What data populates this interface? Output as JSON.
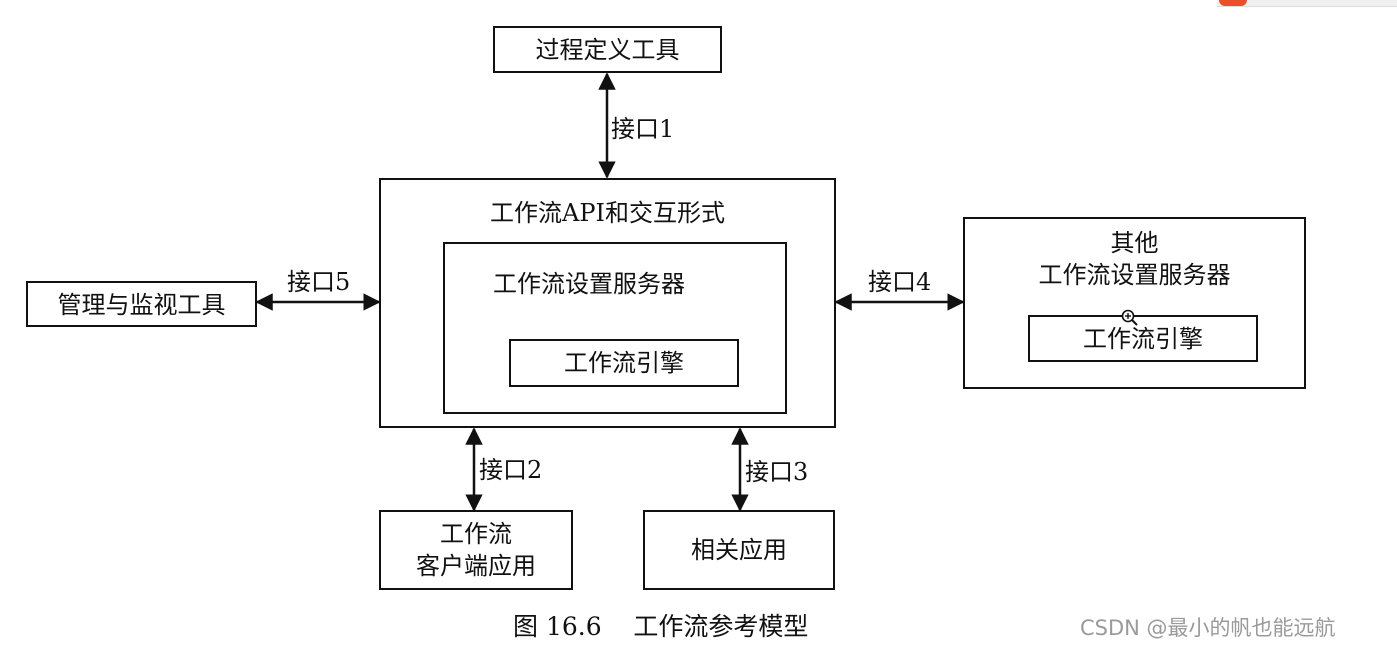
{
  "boxes": {
    "process_tool": "过程定义工具",
    "api": "工作流API和交互形式",
    "server": "工作流设置服务器",
    "engine": "工作流引擎",
    "admin_tool": "管理与监视工具",
    "other_line1": "其他",
    "other_line2": "工作流设置服务器",
    "other_engine": "工作流引擎",
    "client_line1": "工作流",
    "client_line2": "客户端应用",
    "related_app": "相关应用"
  },
  "interfaces": {
    "i1": "接口1",
    "i2": "接口2",
    "i3": "接口3",
    "i4": "接口4",
    "i5": "接口5"
  },
  "caption": "图 16.6    工作流参考模型",
  "watermark": "CSDN @最小的帆也能远航"
}
